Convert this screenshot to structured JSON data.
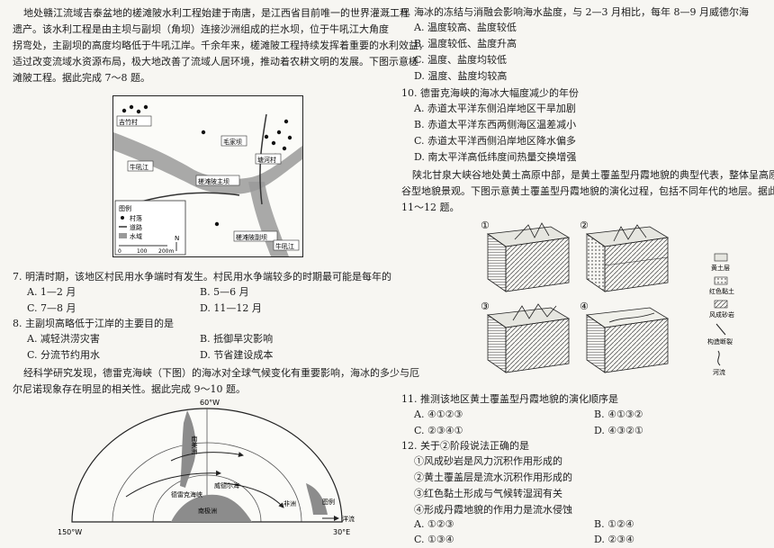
{
  "left": {
    "passage1": [
      "地处赣江流域吉泰盆地的槎滩陂水利工程始建于南唐，是江西省目前唯一的世界灌溉工程",
      "遗产。该水利工程是由主坝与副坝（角坝）连接沙洲组成的拦水坝，位于牛吼江大角度",
      "拐弯处，主副坝的高度均略低于牛吼江岸。千余年来，槎滩陂工程持续发挥着重要的水利效益，",
      "适过改变流域水资源布局，极大地改善了流域人居环境，推动着农耕文明的发展。下图示意槎",
      "滩陂工程。据此完成 7～8 题。"
    ],
    "map1": {
      "labels": [
        "吉竹村",
        "牛吼江",
        "槎滩陂主坝",
        "毛家坝",
        "槎滩陂副坝",
        "牛吼江",
        "塘河村"
      ],
      "legend_title": "图例",
      "legend_items": [
        "村落",
        "道路",
        "水域"
      ],
      "scale": [
        "0",
        "100",
        "200m"
      ],
      "north": "N"
    },
    "q7": {
      "stem": "7. 明清时期，该地区村民用水争端时有发生。村民用水争端较多的时期最可能是每年的",
      "options": [
        "A. 1—2 月",
        "B. 5—6 月",
        "C. 7—8 月",
        "D. 11—12 月"
      ]
    },
    "q8": {
      "stem": "8. 主副坝高略低于江岸的主要目的是",
      "options": [
        "A. 减轻洪涝灾害",
        "B. 抵御旱灾影响",
        "C. 分流节约用水",
        "D. 节省建设成本"
      ]
    },
    "passage2": [
      "经科学研究发现，德雷克海峡（下图）的海冰对全球气候变化有重要影响，海冰的多少与厄",
      "尔尼诺现象存在明显的相关性。据此完成 9～10 题。"
    ],
    "map2": {
      "top_label": "60°W",
      "left_label": "150°W",
      "right_label": "30°E",
      "places": [
        "南美洲",
        "德雷克海峡",
        "威德尔海",
        "南极洲",
        "非洲"
      ],
      "legend_title": "图例",
      "legend_item": "洋流"
    }
  },
  "right": {
    "q9": {
      "stem": "9. 海冰的冻结与消融会影响海水盐度，与 2—3 月相比，每年 8—9 月威德尔海",
      "options": [
        "A. 温度较高、盐度较低",
        "B. 温度较低、盐度升高",
        "C. 温度、盐度均较低",
        "D. 温度、盐度均较高"
      ]
    },
    "q10": {
      "stem": "10. 德雷克海峡的海冰大幅度减少的年份",
      "options": [
        "A. 赤道太平洋东侧沿岸地区干旱加剧",
        "B. 赤道太平洋东西两侧海区温差减小",
        "C. 赤道太平洋西侧沿岸地区降水偏多",
        "D. 南太平洋高低纬度间热量交换增强"
      ]
    },
    "passage3": [
      "陕北甘泉大峡谷地处黄土高原中部，是黄土覆盖型丹霞地貌的典型代表，整体呈高原一",
      "谷型地貌景观。下图示意黄土覆盖型丹霞地貌的演化过程，包括不同年代的地层。据此完",
      "11～12 题。"
    ],
    "diagram": {
      "stage_labels": [
        "①",
        "②",
        "③",
        "④"
      ],
      "legend": [
        "黄土层",
        "红色黏土",
        "风成砂岩",
        "构造断裂",
        "河流"
      ]
    },
    "q11": {
      "stem": "11. 推测该地区黄土覆盖型丹霞地貌的演化顺序是",
      "options": [
        "A. ④①②③",
        "B. ④①③②",
        "C. ②③④①",
        "D. ④③②①"
      ]
    },
    "q12": {
      "stem": "12. 关于②阶段说法正确的是",
      "statements": [
        "①风成砂岩是风力沉积作用形成的",
        "②黄土覆盖层是流水沉积作用形成的",
        "③红色黏土形成与气候转湿润有关",
        "④形成丹霞地貌的作用力是流水侵蚀"
      ],
      "options": [
        "A. ①②③",
        "B. ①②④",
        "C. ①③④",
        "D. ②③④"
      ]
    }
  }
}
